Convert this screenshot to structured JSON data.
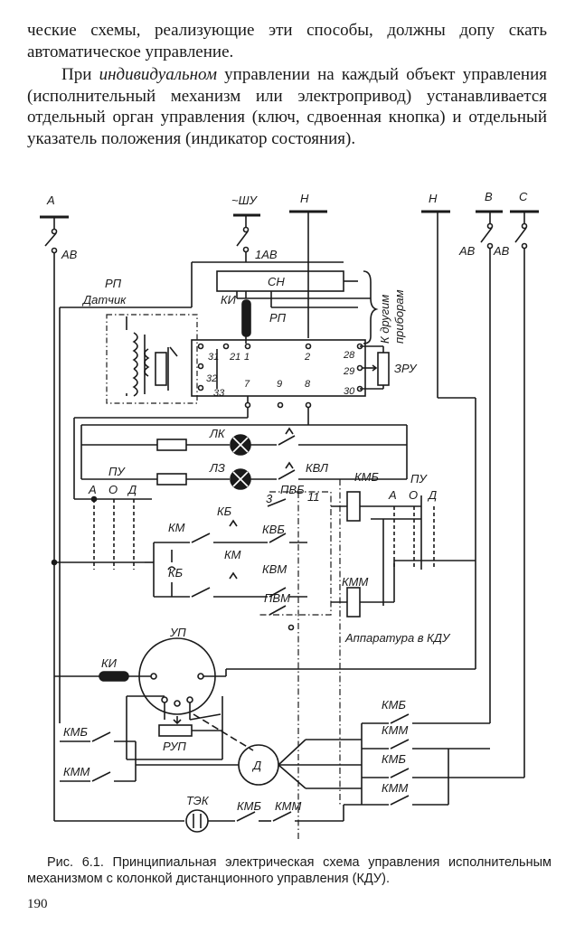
{
  "text": {
    "p1": "ческие схемы, реализующие эти способы, должны допу скать автоматическое управление.",
    "p2_before": "При ",
    "p2_em": "индивидуальном",
    "p2_after": " управлении на каждый объект управления (исполнительный механизм или электропривод) устанавливается отдельный орган управления (ключ, сдвоенная кнопка) и отдельный указатель положения (индикатор состояния)."
  },
  "figure": {
    "labels": {
      "bus_a": "А",
      "bus_shu": "~ШУ",
      "bus_n1": "Н",
      "bus_n2": "Н",
      "bus_b": "В",
      "bus_c": "С",
      "sw_av": "АВ",
      "sw_1av": "1АВ",
      "sw_av_b": "АВ",
      "sw_av_c": "АВ",
      "rp_top": "РП",
      "sensor": "Датчик",
      "sn": "СН",
      "ki_top": "КИ",
      "rp_mid": "РП",
      "other_devices_1": "К другим",
      "other_devices_2": "приборам",
      "t31": "31",
      "t21": "21",
      "t1": "1",
      "t2": "2",
      "t28": "28",
      "t32": "32",
      "t33": "33",
      "t29": "29",
      "t30": "30",
      "t7": "7",
      "t9": "9",
      "t8": "8",
      "zru": "ЗРУ",
      "lk": "ЛК",
      "lz": "ЛЗ",
      "kvl": "КВЛ",
      "pu_left": "ПУ",
      "a_left": "А",
      "o_left": "О",
      "d_left": "Д",
      "kmb_top": "КМБ",
      "pu_right": "ПУ",
      "a_right": "А",
      "o_right": "О",
      "d_right": "Д",
      "n3": "3",
      "pvb": "ПВБ",
      "n11": "11",
      "kb_small": "КБ",
      "km1": "КМ",
      "kvb": "КВБ",
      "kb": "КБ",
      "km2": "КМ",
      "kvm": "КВМ",
      "kmm_mid": "КММ",
      "pvm": "ПВМ",
      "kdu": "Аппаратура в КДУ",
      "up": "УП",
      "ki_bottom": "КИ",
      "rup": "РУП",
      "motor": "Д",
      "kmb_left": "КМБ",
      "kmm_left": "КММ",
      "kmb_r1": "КМБ",
      "kmm_r1": "КММ",
      "kmb_r2": "КМБ",
      "kmm_r2": "КММ",
      "tek": "ТЭК",
      "kmb_bottom": "КМБ",
      "kmm_bottom": "КММ"
    }
  },
  "caption": "Рис. 6.1. Принципиальная электрическая схема управления исполнительным механизмом с колонкой дистанционного управления (КДУ).",
  "page_number": "190"
}
